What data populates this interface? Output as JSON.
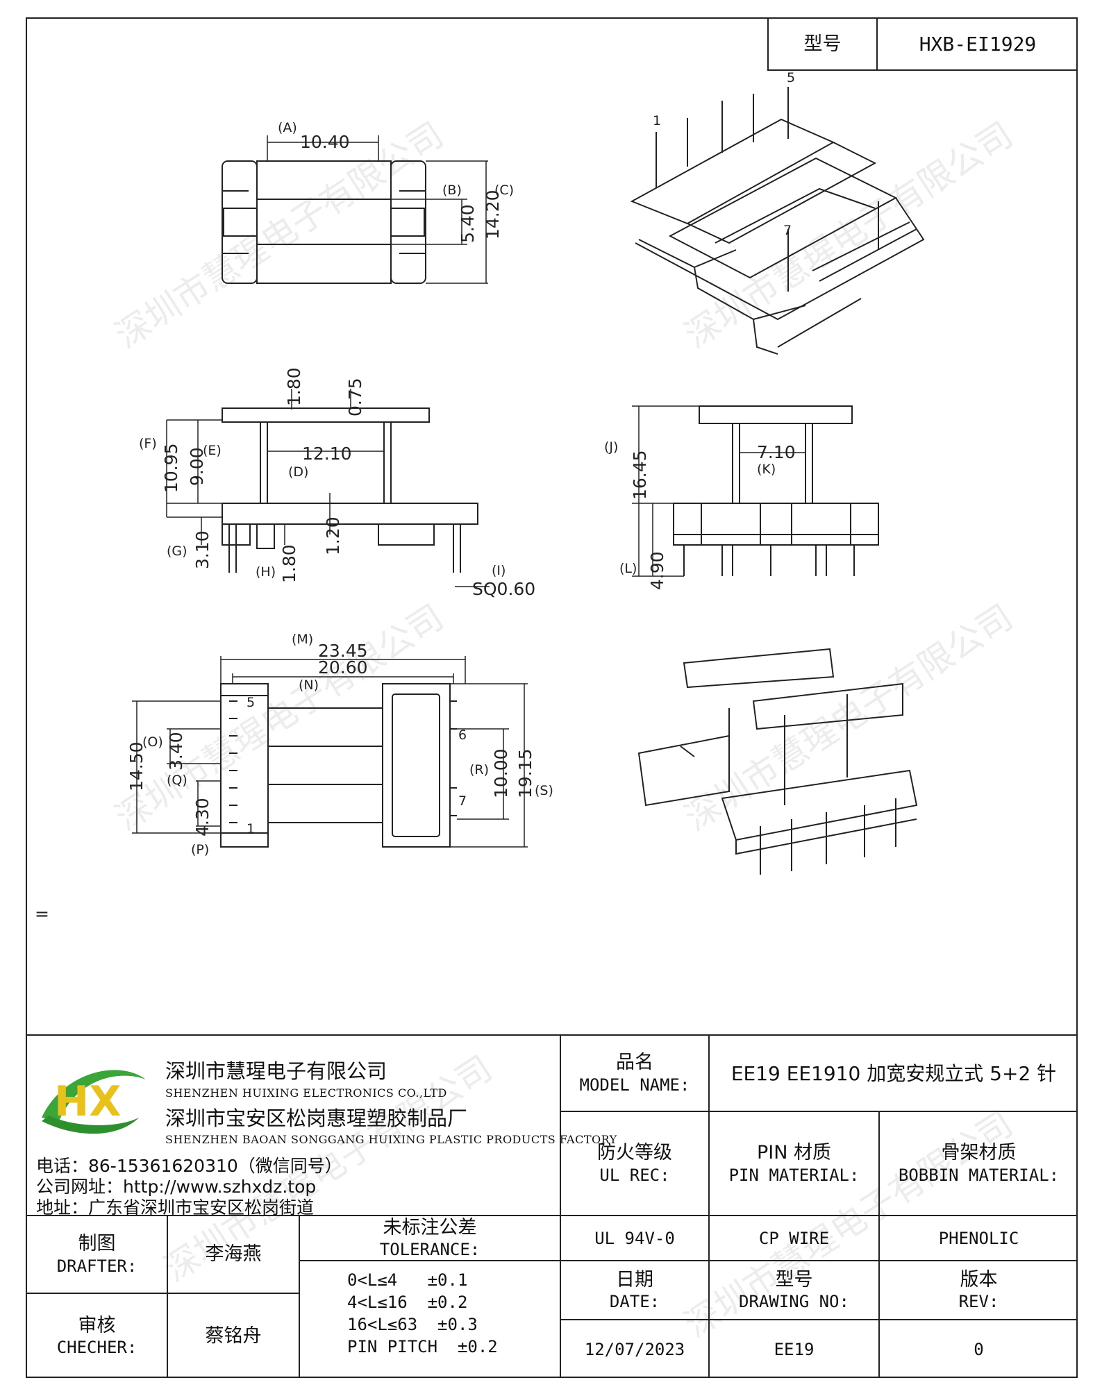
{
  "header": {
    "model_label": "型号",
    "model_value": "HXB-EI1929"
  },
  "drawing": {
    "top_view": {
      "A": "(A)",
      "A_val": "10.40",
      "B": "(B)",
      "B_val": "5.40",
      "C": "(C)",
      "C_val": "14.20"
    },
    "side_view": {
      "F": "(F)",
      "F_val": "10.95",
      "E": "(E)",
      "E_val": "9.00",
      "top1": "1.80",
      "top2": "0.75",
      "D": "(D)",
      "D_val": "12.10",
      "G": "(G)",
      "G_val": "3.10",
      "H": "(H)",
      "H_val": "1.80",
      "base": "1.20",
      "I": "(I)",
      "I_val": "SQ0.60"
    },
    "end_view": {
      "J": "(J)",
      "J_val": "16.45",
      "K": "(K)",
      "K_val": "7.10",
      "L": "(L)",
      "L_val": "4.90"
    },
    "bottom_view": {
      "M": "(M)",
      "M_val": "23.45",
      "N": "(N)",
      "N_val": "20.60",
      "O": "(O)",
      "O_val": "14.50",
      "Q": "(Q)",
      "Q_val": "3.40",
      "P": "(P)",
      "P_val": "4.30",
      "R": "(R)",
      "R_val": "10.00",
      "S": "(S)",
      "S_val": "19.15",
      "pin1": "1",
      "pin5": "5",
      "pin6": "6",
      "pin7": "7"
    },
    "iso_top": {
      "pin1": "1",
      "pin5": "5",
      "pin7": "7"
    },
    "stray_mark": "="
  },
  "company": {
    "logo_letters": "HX",
    "name1": "深圳市慧瑆电子有限公司",
    "name1_en": "SHENZHEN HUIXING ELECTRONICS CO.,LTD",
    "name2": "深圳市宝安区松岗惠瑆塑胶制品厂",
    "name2_en": "SHENZHEN BAOAN SONGGANG HUIXING PLASTIC PRODUCTS FACTORY",
    "phone": "电话：86-15361620310（微信同号）",
    "web": "公司网址：http://www.szhxdz.top",
    "address": "地址：广东省深圳市宝安区松岗街道"
  },
  "title_block": {
    "model_name_zh": "品名",
    "model_name_en": "MODEL NAME:",
    "model_name_value": "EE19 EE1910 加宽安规立式 5+2 针",
    "ul_zh": "防火等级",
    "ul_en": "UL REC:",
    "pin_zh": "PIN 材质",
    "pin_en": "PIN MATERIAL:",
    "bobbin_zh": "骨架材质",
    "bobbin_en": "BOBBIN MATERIAL:",
    "ul_value": "UL 94V-0",
    "pin_value": "CP WIRE",
    "bobbin_value": "PHENOLIC",
    "drafter_zh": "制图",
    "drafter_en": "DRAFTER:",
    "drafter_name": "李海燕",
    "checker_zh": "审核",
    "checker_en": "CHECHER:",
    "checker_name": "蔡铭舟",
    "tol_zh": "未标注公差",
    "tol_en": "TOLERANCE:",
    "tol_lines": [
      "0<L≤4   ±0.1",
      "4<L≤16  ±0.2",
      "16<L≤63  ±0.3",
      "PIN PITCH  ±0.2"
    ],
    "date_zh": "日期",
    "date_en": "DATE:",
    "date_value": "12/07/2023",
    "dwg_zh": "型号",
    "dwg_en": "DRAWING NO:",
    "dwg_value": "EE19",
    "rev_zh": "版本",
    "rev_en": "REV:",
    "rev_value": "0"
  },
  "watermark": "深圳市慧瑆电子有限公司",
  "colors": {
    "line": "#222222",
    "logo_green": "#3aa63a",
    "logo_yellow": "#e8c21a"
  }
}
